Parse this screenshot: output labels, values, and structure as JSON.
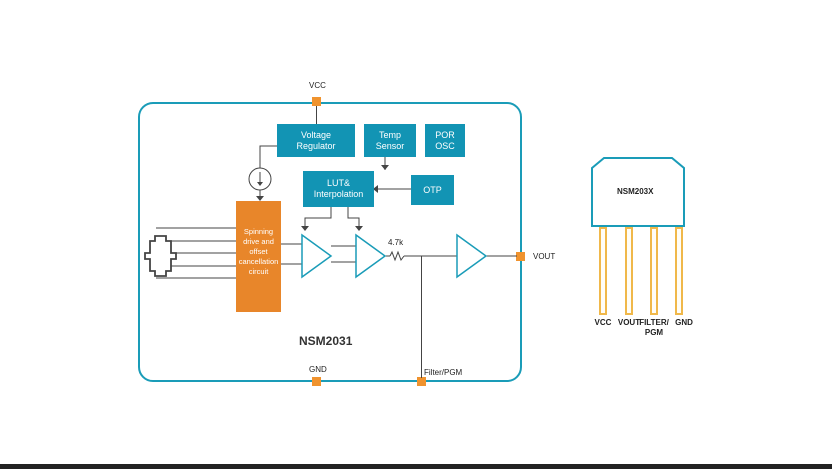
{
  "colors": {
    "chip_border": "#1a9cb8",
    "block_fill": "#1294b4",
    "spinning_fill": "#e8862a",
    "pin_square": "#f0932e",
    "package_pin": "#f0b84a",
    "wire": "#444444"
  },
  "chip": {
    "name": "NSM2031",
    "pins": {
      "vcc": "VCC",
      "gnd": "GND",
      "vout": "VOUT",
      "filter": "Filter/PGM"
    }
  },
  "blocks": {
    "voltage_regulator": "Voltage Regulator",
    "temp_sensor": "Temp Sensor",
    "por_osc": "POR OSC",
    "lut": "LUT& Interpolation",
    "otp": "OTP",
    "spinning": "Spinning drive and offset cancellation circuit",
    "resistor": "4.7k"
  },
  "package": {
    "name": "NSM203X",
    "pins": [
      {
        "label": "VCC"
      },
      {
        "label": "VOUT"
      },
      {
        "label": "FILTER/ PGM"
      },
      {
        "label": "GND"
      }
    ]
  }
}
